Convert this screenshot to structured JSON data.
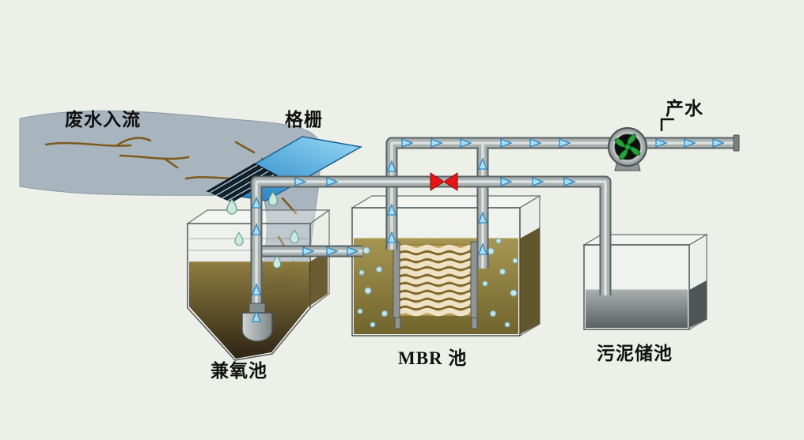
{
  "diagram_type": "wastewater-treatment-process-flow",
  "labels": {
    "inflow": "废水入流",
    "screen": "格栅",
    "product_water": "产水",
    "facultative_tank": "兼氧池",
    "mbr_tank": "MBR 池",
    "sludge_tank": "污泥储池"
  },
  "flows": [
    {
      "from": "废水入流",
      "to": "格栅"
    },
    {
      "from": "格栅",
      "to": "兼氧池"
    },
    {
      "from": "兼氧池",
      "to": "MBR 池"
    },
    {
      "from": "MBR 池",
      "to": "产水"
    },
    {
      "from": "MBR 池",
      "to": "污泥储池"
    }
  ],
  "colors": {
    "background": "#edf0e9",
    "pipe": "#a9b0b0",
    "flow_arrow": "#a8def6",
    "valve": "#e61414",
    "screen_blue": "#2a9ad8",
    "impeller_green": "#27a33b",
    "facultative_liquid": "#4a3a16",
    "mbr_liquid": "#857536",
    "sludge": "#7d8383",
    "stream": "#a9b5be"
  }
}
